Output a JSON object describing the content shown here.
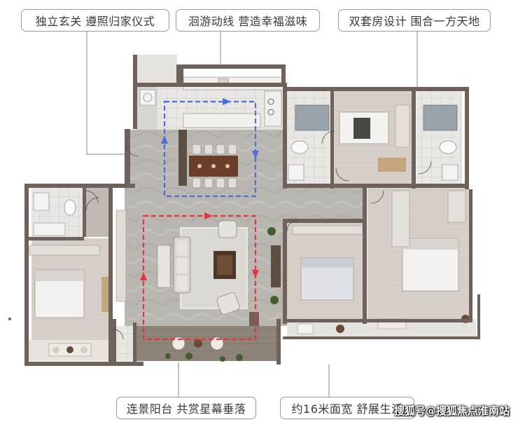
{
  "labels": {
    "entrance": "独立玄关 遵照归家仪式",
    "circulation": "洄游动线 营造幸福滋味",
    "suite": "双套房设计 围合一方天地",
    "balcony": "连景阳台 共赏星幕垂落",
    "width": "约16米面宽 舒展生活"
  },
  "watermark": "搜狐号@搜狐焦点淮南站",
  "colors": {
    "wall": "#6e625a",
    "floor_stone": "#b9b5b1",
    "floor_wood": "#d8d2cb",
    "blue_loop": "#4a6fd8",
    "red_loop": "#e5343a",
    "leader_line": "#8a8a8a"
  }
}
